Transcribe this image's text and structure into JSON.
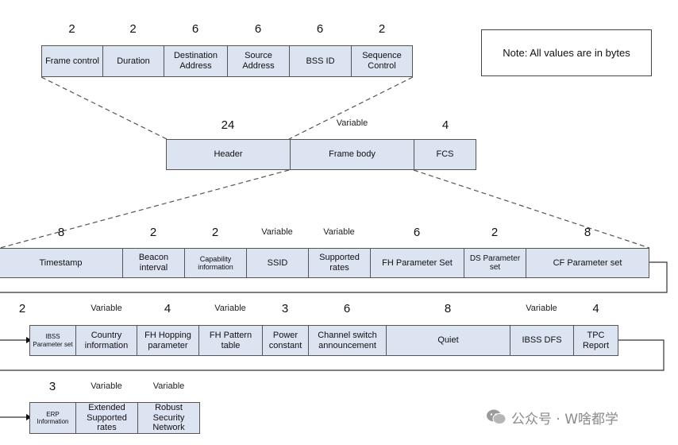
{
  "row1": [
    {
      "size": "2",
      "label": "Frame control"
    },
    {
      "size": "2",
      "label": "Duration"
    },
    {
      "size": "6",
      "label": "Destination Address"
    },
    {
      "size": "6",
      "label": "Source Address"
    },
    {
      "size": "6",
      "label": "BSS ID"
    },
    {
      "size": "2",
      "label": "Sequence Control"
    }
  ],
  "note": "Note: All values are in bytes",
  "row2": [
    {
      "size": "24",
      "label": "Header"
    },
    {
      "size": "Variable",
      "label": "Frame body"
    },
    {
      "size": "4",
      "label": "FCS"
    }
  ],
  "row3": [
    {
      "size": "8",
      "label": "Timestamp"
    },
    {
      "size": "2",
      "label": "Beacon interval"
    },
    {
      "size": "2",
      "label": "Capability information"
    },
    {
      "size": "Variable",
      "label": "SSID"
    },
    {
      "size": "Variable",
      "label": "Supported rates"
    },
    {
      "size": "6",
      "label": "FH Parameter Set"
    },
    {
      "size": "2",
      "label": "DS Parameter set"
    },
    {
      "size": "8",
      "label": "CF Parameter set"
    }
  ],
  "row4": [
    {
      "size": "2",
      "label": "IBSS Parameter set"
    },
    {
      "size": "Variable",
      "label": "Country information"
    },
    {
      "size": "4",
      "label": "FH Hopping parameter"
    },
    {
      "size": "Variable",
      "label": "FH Pattern table"
    },
    {
      "size": "3",
      "label": "Power constant"
    },
    {
      "size": "6",
      "label": "Channel switch announcement"
    },
    {
      "size": "8",
      "label": "Quiet"
    },
    {
      "size": "Variable",
      "label": "IBSS DFS"
    },
    {
      "size": "4",
      "label": "TPC Report"
    }
  ],
  "row5": [
    {
      "size": "3",
      "label": "ERP Information"
    },
    {
      "size": "Variable",
      "label": "Extended Supported rates"
    },
    {
      "size": "Variable",
      "label": "Robust Security Network"
    }
  ],
  "watermark": "公众号 · W啥都学",
  "colors": {
    "cell_fill": "#dce3f1",
    "cell_border": "#555555"
  }
}
